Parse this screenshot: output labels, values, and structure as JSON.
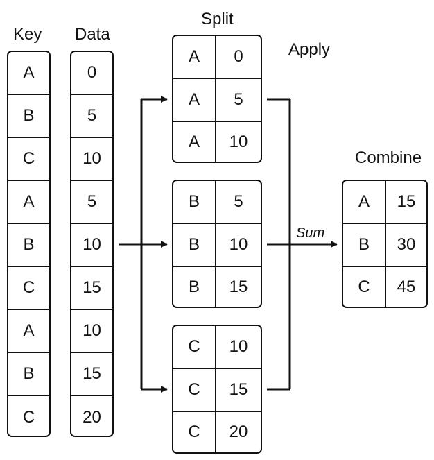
{
  "labels": {
    "key": "Key",
    "data": "Data",
    "split": "Split",
    "apply": "Apply",
    "combine": "Combine",
    "sum": "Sum"
  },
  "key_column": [
    "A",
    "B",
    "C",
    "A",
    "B",
    "C",
    "A",
    "B",
    "C"
  ],
  "data_column": [
    "0",
    "5",
    "10",
    "5",
    "10",
    "15",
    "10",
    "15",
    "20"
  ],
  "split_groups": [
    {
      "rows": [
        {
          "key": "A",
          "value": "0"
        },
        {
          "key": "A",
          "value": "5"
        },
        {
          "key": "A",
          "value": "10"
        }
      ]
    },
    {
      "rows": [
        {
          "key": "B",
          "value": "5"
        },
        {
          "key": "B",
          "value": "10"
        },
        {
          "key": "B",
          "value": "15"
        }
      ]
    },
    {
      "rows": [
        {
          "key": "C",
          "value": "10"
        },
        {
          "key": "C",
          "value": "15"
        },
        {
          "key": "C",
          "value": "20"
        }
      ]
    }
  ],
  "combine": [
    {
      "key": "A",
      "value": "15"
    },
    {
      "key": "B",
      "value": "30"
    },
    {
      "key": "C",
      "value": "45"
    }
  ]
}
